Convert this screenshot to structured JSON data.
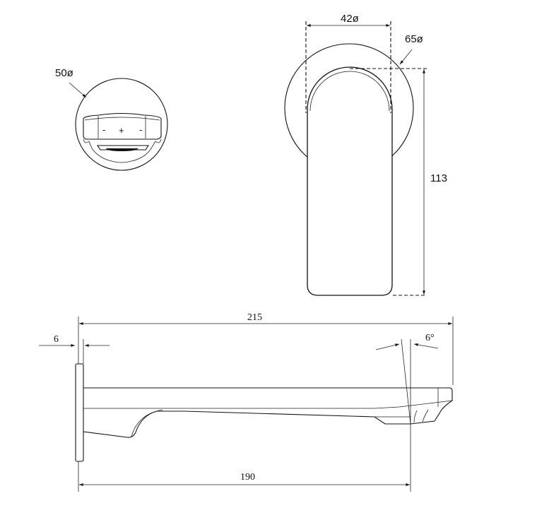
{
  "drawing": {
    "top_view": {
      "diameter_label": "50ø",
      "button_symbols": [
        "-",
        "+",
        "-"
      ]
    },
    "front_view": {
      "width_label": "42ø",
      "plate_label": "65ø",
      "height_label": "113"
    },
    "side_view": {
      "length_label": "215",
      "plate_thickness_label": "6",
      "angle_label": "6°",
      "projection_label": "190"
    }
  }
}
